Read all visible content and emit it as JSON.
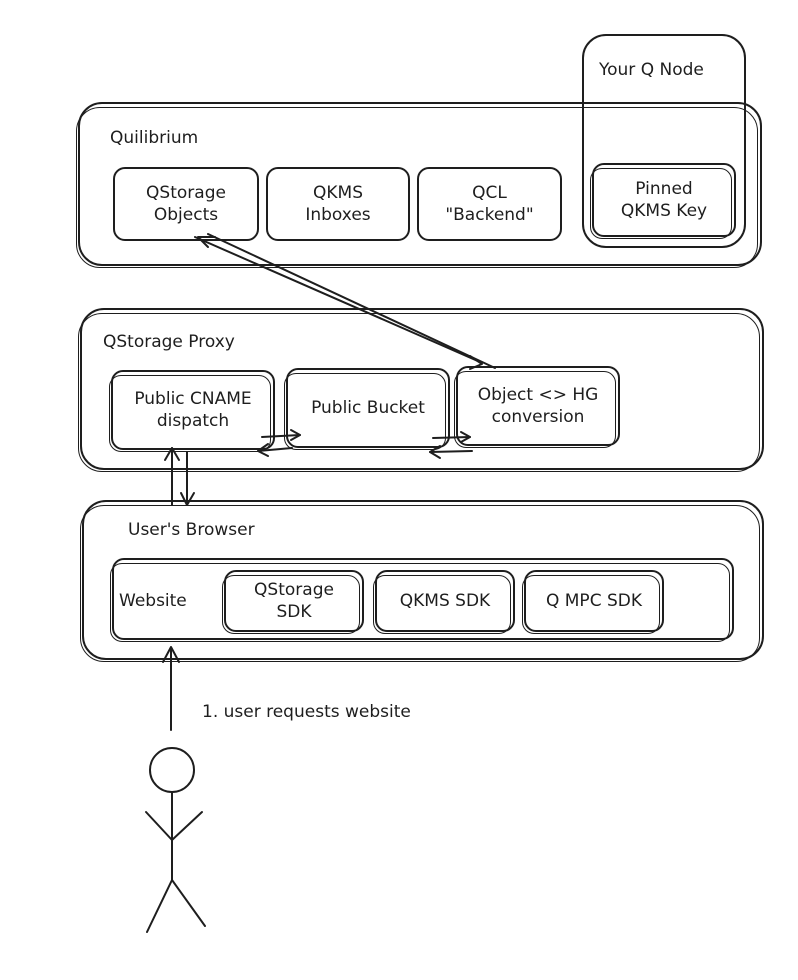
{
  "quilibrium": {
    "title": "Quilibrium",
    "items": [
      "QStorage\nObjects",
      "QKMS\nInboxes",
      "QCL\n\"Backend\""
    ]
  },
  "your_q_node": {
    "title": "Your Q Node",
    "pinned_key": "Pinned\nQKMS Key"
  },
  "qstorage_proxy": {
    "title": "QStorage Proxy",
    "cname": "Public CNAME\ndispatch",
    "bucket": "Public Bucket",
    "conversion": "Object <> HG\nconversion"
  },
  "browser": {
    "title": "User's Browser",
    "website": "Website",
    "sdks": [
      "QStorage\nSDK",
      "QKMS SDK",
      "Q MPC SDK"
    ]
  },
  "flow": {
    "step1": "1. user requests website"
  }
}
